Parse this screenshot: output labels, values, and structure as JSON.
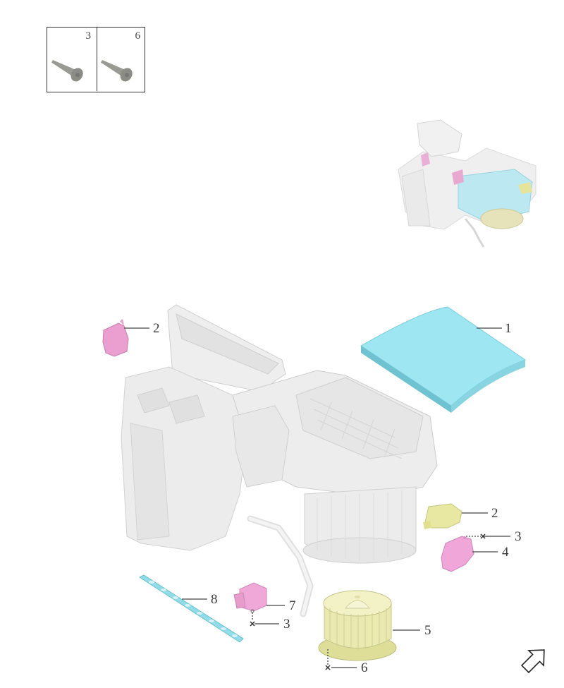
{
  "diagram": {
    "type": "exploded-parts-view",
    "subject": "HVAC heater/blower unit assembly",
    "fastener_legend": [
      {
        "number": "3",
        "icon": "screw-icon"
      },
      {
        "number": "6",
        "icon": "screw-icon"
      }
    ],
    "callouts": [
      {
        "id": "c1",
        "number": "1",
        "part": "cabin-filter",
        "color": "#9ee6f0"
      },
      {
        "id": "c2a",
        "number": "2",
        "part": "actuator-pink-top",
        "color": "#e8a0cc"
      },
      {
        "id": "c2b",
        "number": "2",
        "part": "actuator-yellow",
        "color": "#e6e69a"
      },
      {
        "id": "c3a",
        "number": "3",
        "part": "screw-for-part-4"
      },
      {
        "id": "c4",
        "number": "4",
        "part": "actuator-pink",
        "color": "#f0a8d8"
      },
      {
        "id": "c5",
        "number": "5",
        "part": "blower-motor",
        "color": "#eaeab0"
      },
      {
        "id": "c6",
        "number": "6",
        "part": "screw-for-blower"
      },
      {
        "id": "c7",
        "number": "7",
        "part": "resistor-module",
        "color": "#f0a8d8"
      },
      {
        "id": "c3b",
        "number": "3",
        "part": "screw-for-part-7"
      },
      {
        "id": "c8",
        "number": "8",
        "part": "seal-strip",
        "color": "#90dce8"
      }
    ],
    "orientation_arrow": "up-right",
    "colors": {
      "housing": "#ececec",
      "housing_shadow": "#d8d8d8",
      "line": "#444444",
      "label": "#3a3a3a"
    }
  }
}
